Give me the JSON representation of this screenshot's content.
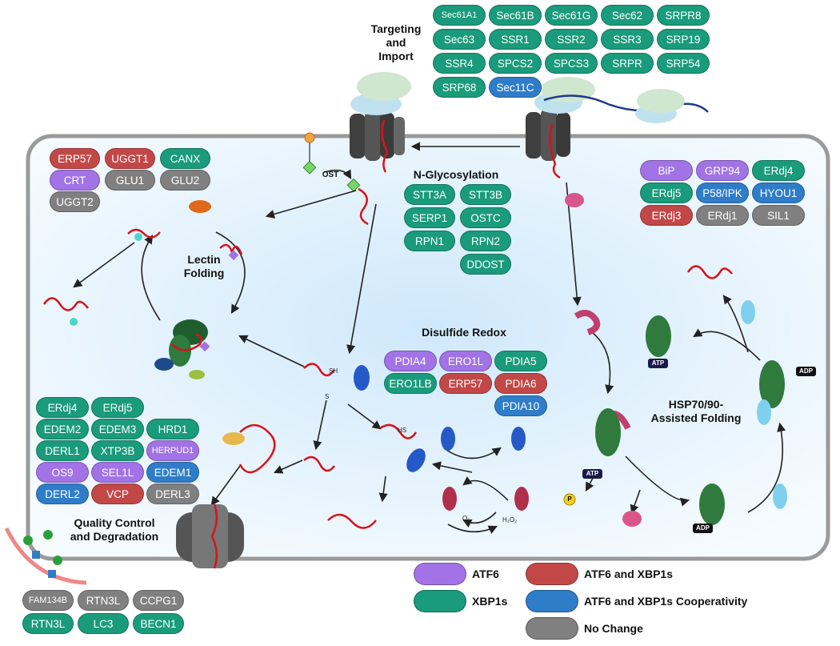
{
  "colors": {
    "ATF6": "#a173e6",
    "XBP1s": "#1a9b7b",
    "both": "#c24848",
    "coop": "#2f7dc8",
    "none": "#808080"
  },
  "labels": {
    "targeting": "Targeting\nand\nImport",
    "ost": "OST",
    "nglyco": "N-Glycosylation",
    "lectin": "Lectin\nFolding",
    "disulfide": "Disulfide Redox",
    "hsp": "HSP70/90-\nAssisted Folding",
    "qc": "Quality Control\nand Degradation",
    "atp1": "ATP",
    "atp2": "ATP",
    "adp1": "ADP",
    "adp2": "ADP",
    "p": "P",
    "sh": "SH",
    "s": "S",
    "hs": "HS",
    "o2": "O₂",
    "h2o2": "H₂O₂"
  },
  "legend": [
    {
      "key": "ATF6",
      "label": "ATF6",
      "color": "#a173e6"
    },
    {
      "key": "both",
      "label": "ATF6 and XBP1s",
      "color": "#c24848"
    },
    {
      "key": "XBP1s",
      "label": "XBP1s",
      "color": "#1a9b7b"
    },
    {
      "key": "coop",
      "label": "ATF6 and XBP1s Cooperativity",
      "color": "#2f7dc8"
    },
    {
      "key": "none",
      "label": "No Change",
      "color": "#808080"
    }
  ],
  "groups": {
    "targeting": [
      [
        {
          "t": "Sec61A1",
          "c": "XBP1s",
          "s": true
        },
        {
          "t": "Sec61B",
          "c": "XBP1s"
        },
        {
          "t": "Sec61G",
          "c": "XBP1s"
        },
        {
          "t": "Sec62",
          "c": "XBP1s"
        },
        {
          "t": "SRPR8",
          "c": "XBP1s"
        }
      ],
      [
        {
          "t": "Sec63",
          "c": "XBP1s"
        },
        {
          "t": "SSR1",
          "c": "XBP1s"
        },
        {
          "t": "SSR2",
          "c": "XBP1s"
        },
        {
          "t": "SSR3",
          "c": "XBP1s"
        },
        {
          "t": "SRP19",
          "c": "XBP1s"
        }
      ],
      [
        {
          "t": "SSR4",
          "c": "XBP1s"
        },
        {
          "t": "SPCS2",
          "c": "XBP1s"
        },
        {
          "t": "SPCS3",
          "c": "XBP1s"
        },
        {
          "t": "SRPR",
          "c": "XBP1s"
        },
        {
          "t": "SRP54",
          "c": "XBP1s"
        }
      ],
      [
        {
          "t": "SRP68",
          "c": "XBP1s"
        },
        {
          "t": "Sec11C",
          "c": "coop"
        }
      ]
    ],
    "lectin": [
      [
        {
          "t": "ERP57",
          "c": "both"
        },
        {
          "t": "UGGT1",
          "c": "both"
        },
        {
          "t": "CANX",
          "c": "XBP1s"
        }
      ],
      [
        {
          "t": "CRT",
          "c": "ATF6"
        },
        {
          "t": "GLU1",
          "c": "none"
        },
        {
          "t": "GLU2",
          "c": "none"
        }
      ],
      [
        {
          "t": "UGGT2",
          "c": "none"
        }
      ]
    ],
    "nglyco": [
      [
        {
          "t": "STT3A",
          "c": "XBP1s"
        },
        {
          "t": "STT3B",
          "c": "XBP1s"
        }
      ],
      [
        {
          "t": "SERP1",
          "c": "XBP1s"
        },
        {
          "t": "OSTC",
          "c": "XBP1s"
        }
      ],
      [
        {
          "t": "RPN1",
          "c": "XBP1s"
        },
        {
          "t": "RPN2",
          "c": "XBP1s"
        }
      ],
      [
        {
          "t": "DDOST",
          "c": "XBP1s"
        }
      ]
    ],
    "hsp": [
      [
        {
          "t": "BiP",
          "c": "ATF6"
        },
        {
          "t": "GRP94",
          "c": "ATF6"
        },
        {
          "t": "ERdj4",
          "c": "XBP1s"
        }
      ],
      [
        {
          "t": "ERdj5",
          "c": "XBP1s"
        },
        {
          "t": "P58/IPK",
          "c": "coop"
        },
        {
          "t": "HYOU1",
          "c": "coop"
        }
      ],
      [
        {
          "t": "ERdj3",
          "c": "both"
        },
        {
          "t": "ERdj1",
          "c": "none"
        },
        {
          "t": "SIL1",
          "c": "none"
        }
      ]
    ],
    "disulfide": [
      [
        {
          "t": "PDIA4",
          "c": "ATF6"
        },
        {
          "t": "ERO1L",
          "c": "ATF6"
        },
        {
          "t": "PDIA5",
          "c": "XBP1s"
        }
      ],
      [
        {
          "t": "ERO1LB",
          "c": "XBP1s"
        },
        {
          "t": "ERP57",
          "c": "both"
        },
        {
          "t": "PDIA6",
          "c": "both"
        }
      ],
      [
        {
          "t": "PDIA10",
          "c": "coop"
        }
      ]
    ],
    "qc": [
      [
        {
          "t": "ERdj4",
          "c": "XBP1s"
        },
        {
          "t": "ERdj5",
          "c": "XBP1s"
        }
      ],
      [
        {
          "t": "EDEM2",
          "c": "XBP1s"
        },
        {
          "t": "EDEM3",
          "c": "XBP1s"
        },
        {
          "t": "HRD1",
          "c": "XBP1s"
        }
      ],
      [
        {
          "t": "DERL1",
          "c": "XBP1s"
        },
        {
          "t": "XTP3B",
          "c": "XBP1s"
        },
        {
          "t": "HERPUD1",
          "c": "ATF6",
          "s": true
        }
      ],
      [
        {
          "t": "OS9",
          "c": "ATF6"
        },
        {
          "t": "SEL1L",
          "c": "ATF6"
        },
        {
          "t": "EDEM1",
          "c": "coop"
        }
      ],
      [
        {
          "t": "DERL2",
          "c": "coop"
        },
        {
          "t": "VCP",
          "c": "both"
        },
        {
          "t": "DERL3",
          "c": "none"
        }
      ]
    ],
    "autophagy": [
      [
        {
          "t": "FAM134B",
          "c": "none",
          "s": true
        },
        {
          "t": "RTN3L",
          "c": "none"
        },
        {
          "t": "CCPG1",
          "c": "none"
        }
      ],
      [
        {
          "t": "RTN3L",
          "c": "XBP1s"
        },
        {
          "t": "LC3",
          "c": "XBP1s"
        },
        {
          "t": "BECN1",
          "c": "XBP1s"
        }
      ]
    ]
  }
}
